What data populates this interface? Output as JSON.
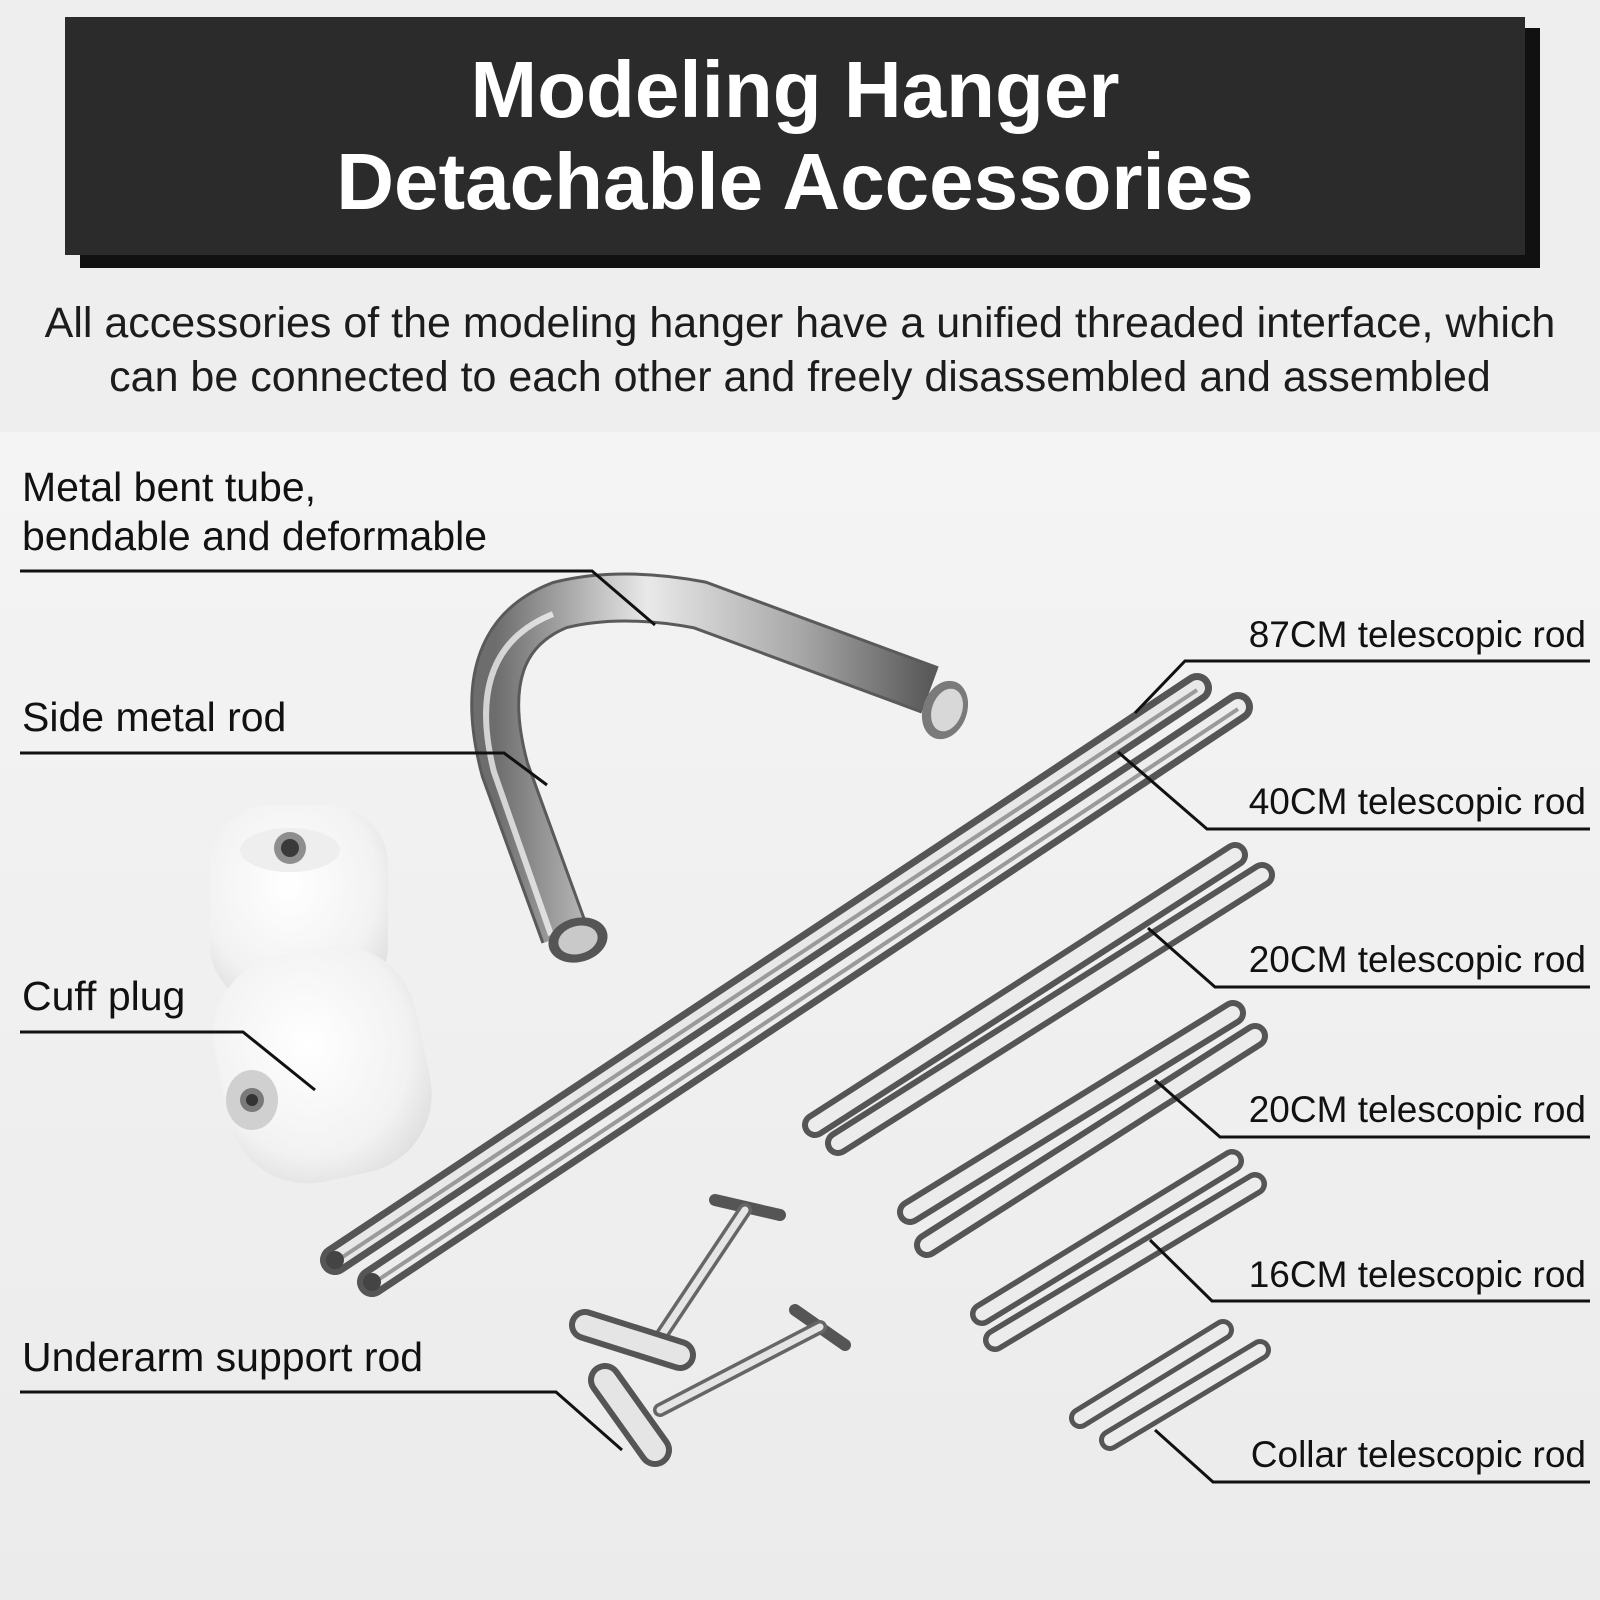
{
  "header": {
    "title_line1": "Modeling Hanger",
    "title_line2": "Detachable Accessories"
  },
  "subtitle": {
    "line1": "All accessories of the modeling hanger have a unified threaded interface, which",
    "line2": "can be connected to each other and freely disassembled and assembled"
  },
  "left_labels": {
    "bent_tube_line1": "Metal bent tube,",
    "bent_tube_line2": "bendable and deformable",
    "side_rod": "Side metal rod",
    "cuff_plug": "Cuff plug",
    "underarm": "Underarm support rod"
  },
  "right_labels": {
    "rod_87": "87CM telescopic rod",
    "rod_40": "40CM telescopic rod",
    "rod_20a": "20CM telescopic rod",
    "rod_20b": "20CM telescopic rod",
    "rod_16": "16CM telescopic rod",
    "collar": "Collar telescopic rod"
  },
  "colors": {
    "title_bg": "#2b2b2b",
    "title_text": "#ffffff",
    "metal_light": "#f4f4f4",
    "metal_dark": "#6e6e6e",
    "foam": "#fbfbfb"
  }
}
